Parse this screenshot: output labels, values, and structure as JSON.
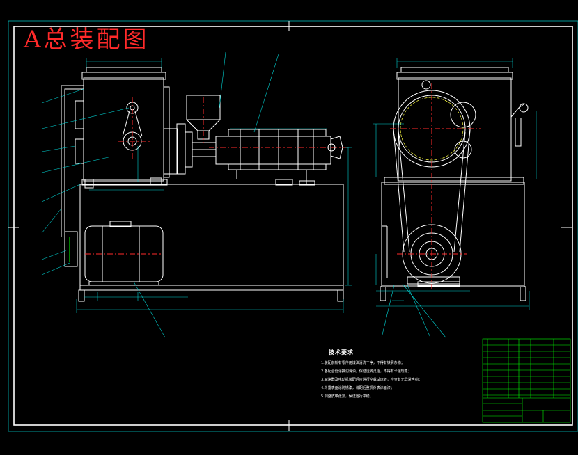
{
  "drawing": {
    "title": "A总装配图",
    "technical_requirements": {
      "heading": "技术要求",
      "notes": [
        "1.装配前所有零件用煤油清洗干净，不得有铁屑杂物；",
        "2.各配合处涂抹润滑油，保证运转灵活，不得有卡阻现象；",
        "3.减速器及电动机装配后应进行空载试运转，检查有无异常声响；",
        "4.外露表面涂防锈漆，装配后整机外表涂面漆；",
        "5.调整皮带张紧，保证运行平稳。"
      ]
    }
  },
  "colors": {
    "background": "#000000",
    "outline": "#ffffff",
    "dimension": "#00d2d2",
    "centerline": "#ff2a2a",
    "hidden_arc": "#ffff40",
    "title_stamp": "#ff2a2a",
    "table_line": "#00ff00"
  }
}
